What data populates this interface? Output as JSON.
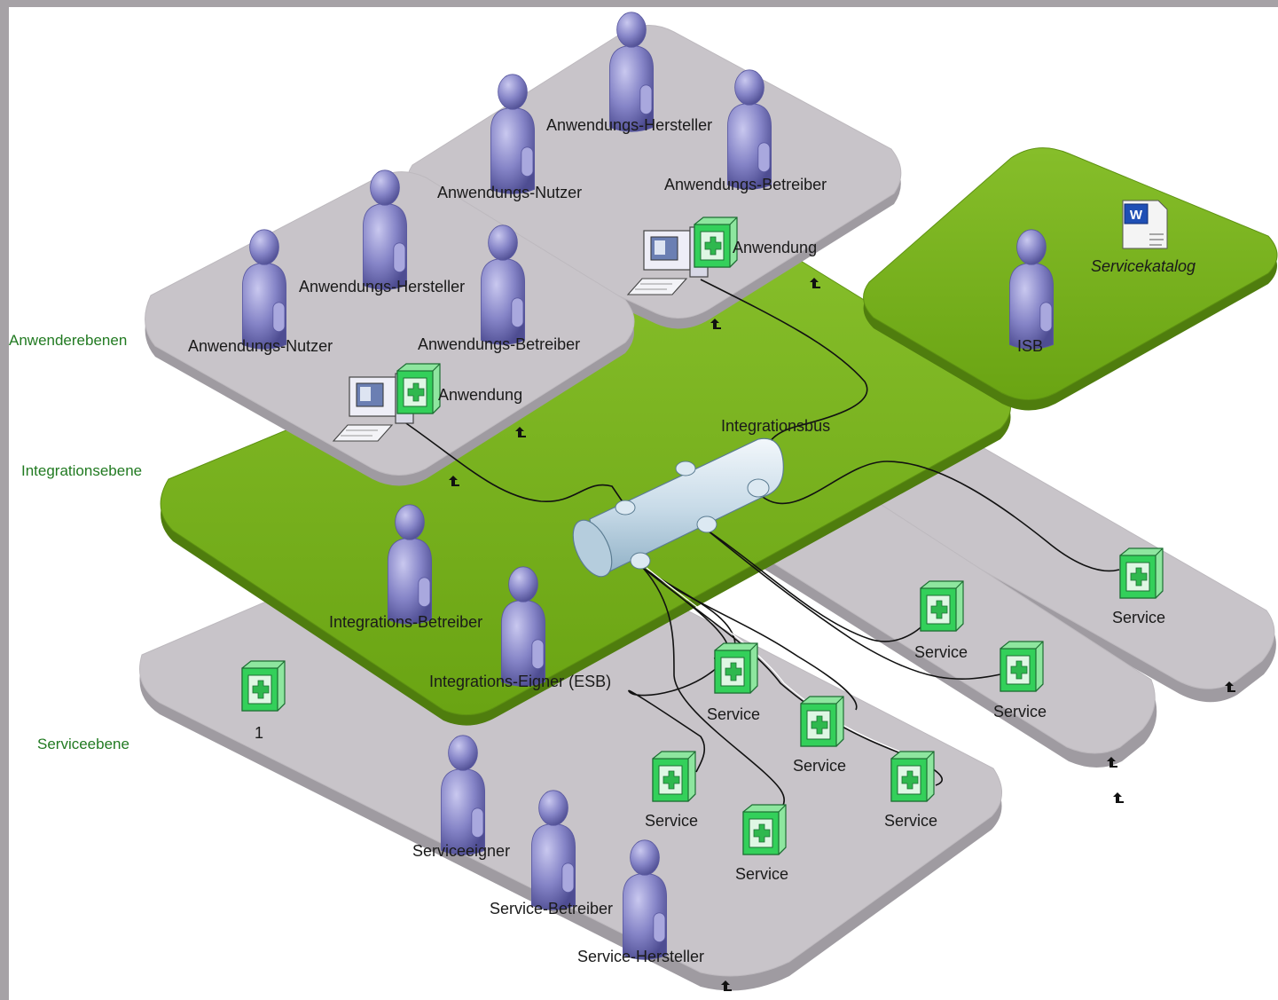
{
  "layers": {
    "anwenderebenen": "Anwenderebenen",
    "integrationsebene": "Integrationsebene",
    "serviceebene": "Serviceebene"
  },
  "app_platform_front": {
    "roles": [
      "Anwendungs-Nutzer",
      "Anwendungs-Hersteller",
      "Anwendungs-Betreiber"
    ],
    "application": "Anwendung"
  },
  "app_platform_back": {
    "roles": [
      "Anwendungs-Nutzer",
      "Anwendungs-Hersteller",
      "Anwendungs-Betreiber"
    ],
    "application": "Anwendung"
  },
  "isb_platform": {
    "role": "ISB",
    "document": "Servicekatalog"
  },
  "integration": {
    "bus": "Integrationsbus",
    "roles": [
      "Integrations-Betreiber",
      "Integrations-Eigner (ESB)"
    ]
  },
  "service_platform_main": {
    "roles": [
      "Serviceeigner",
      "Service-Betreiber",
      "Service-Hersteller"
    ],
    "item_1": "1",
    "services": [
      "Service",
      "Service",
      "Service",
      "Service",
      "Service"
    ]
  },
  "service_platform_mid": {
    "services": [
      "Service",
      "Service"
    ]
  },
  "service_platform_right": {
    "services": [
      "Service"
    ]
  },
  "colors": {
    "platform_gray": "#c8c4c9",
    "platform_green": "#77b11b",
    "person": "#8584c7",
    "service_icon": "#2ecf54",
    "layer_label": "#217a21"
  }
}
